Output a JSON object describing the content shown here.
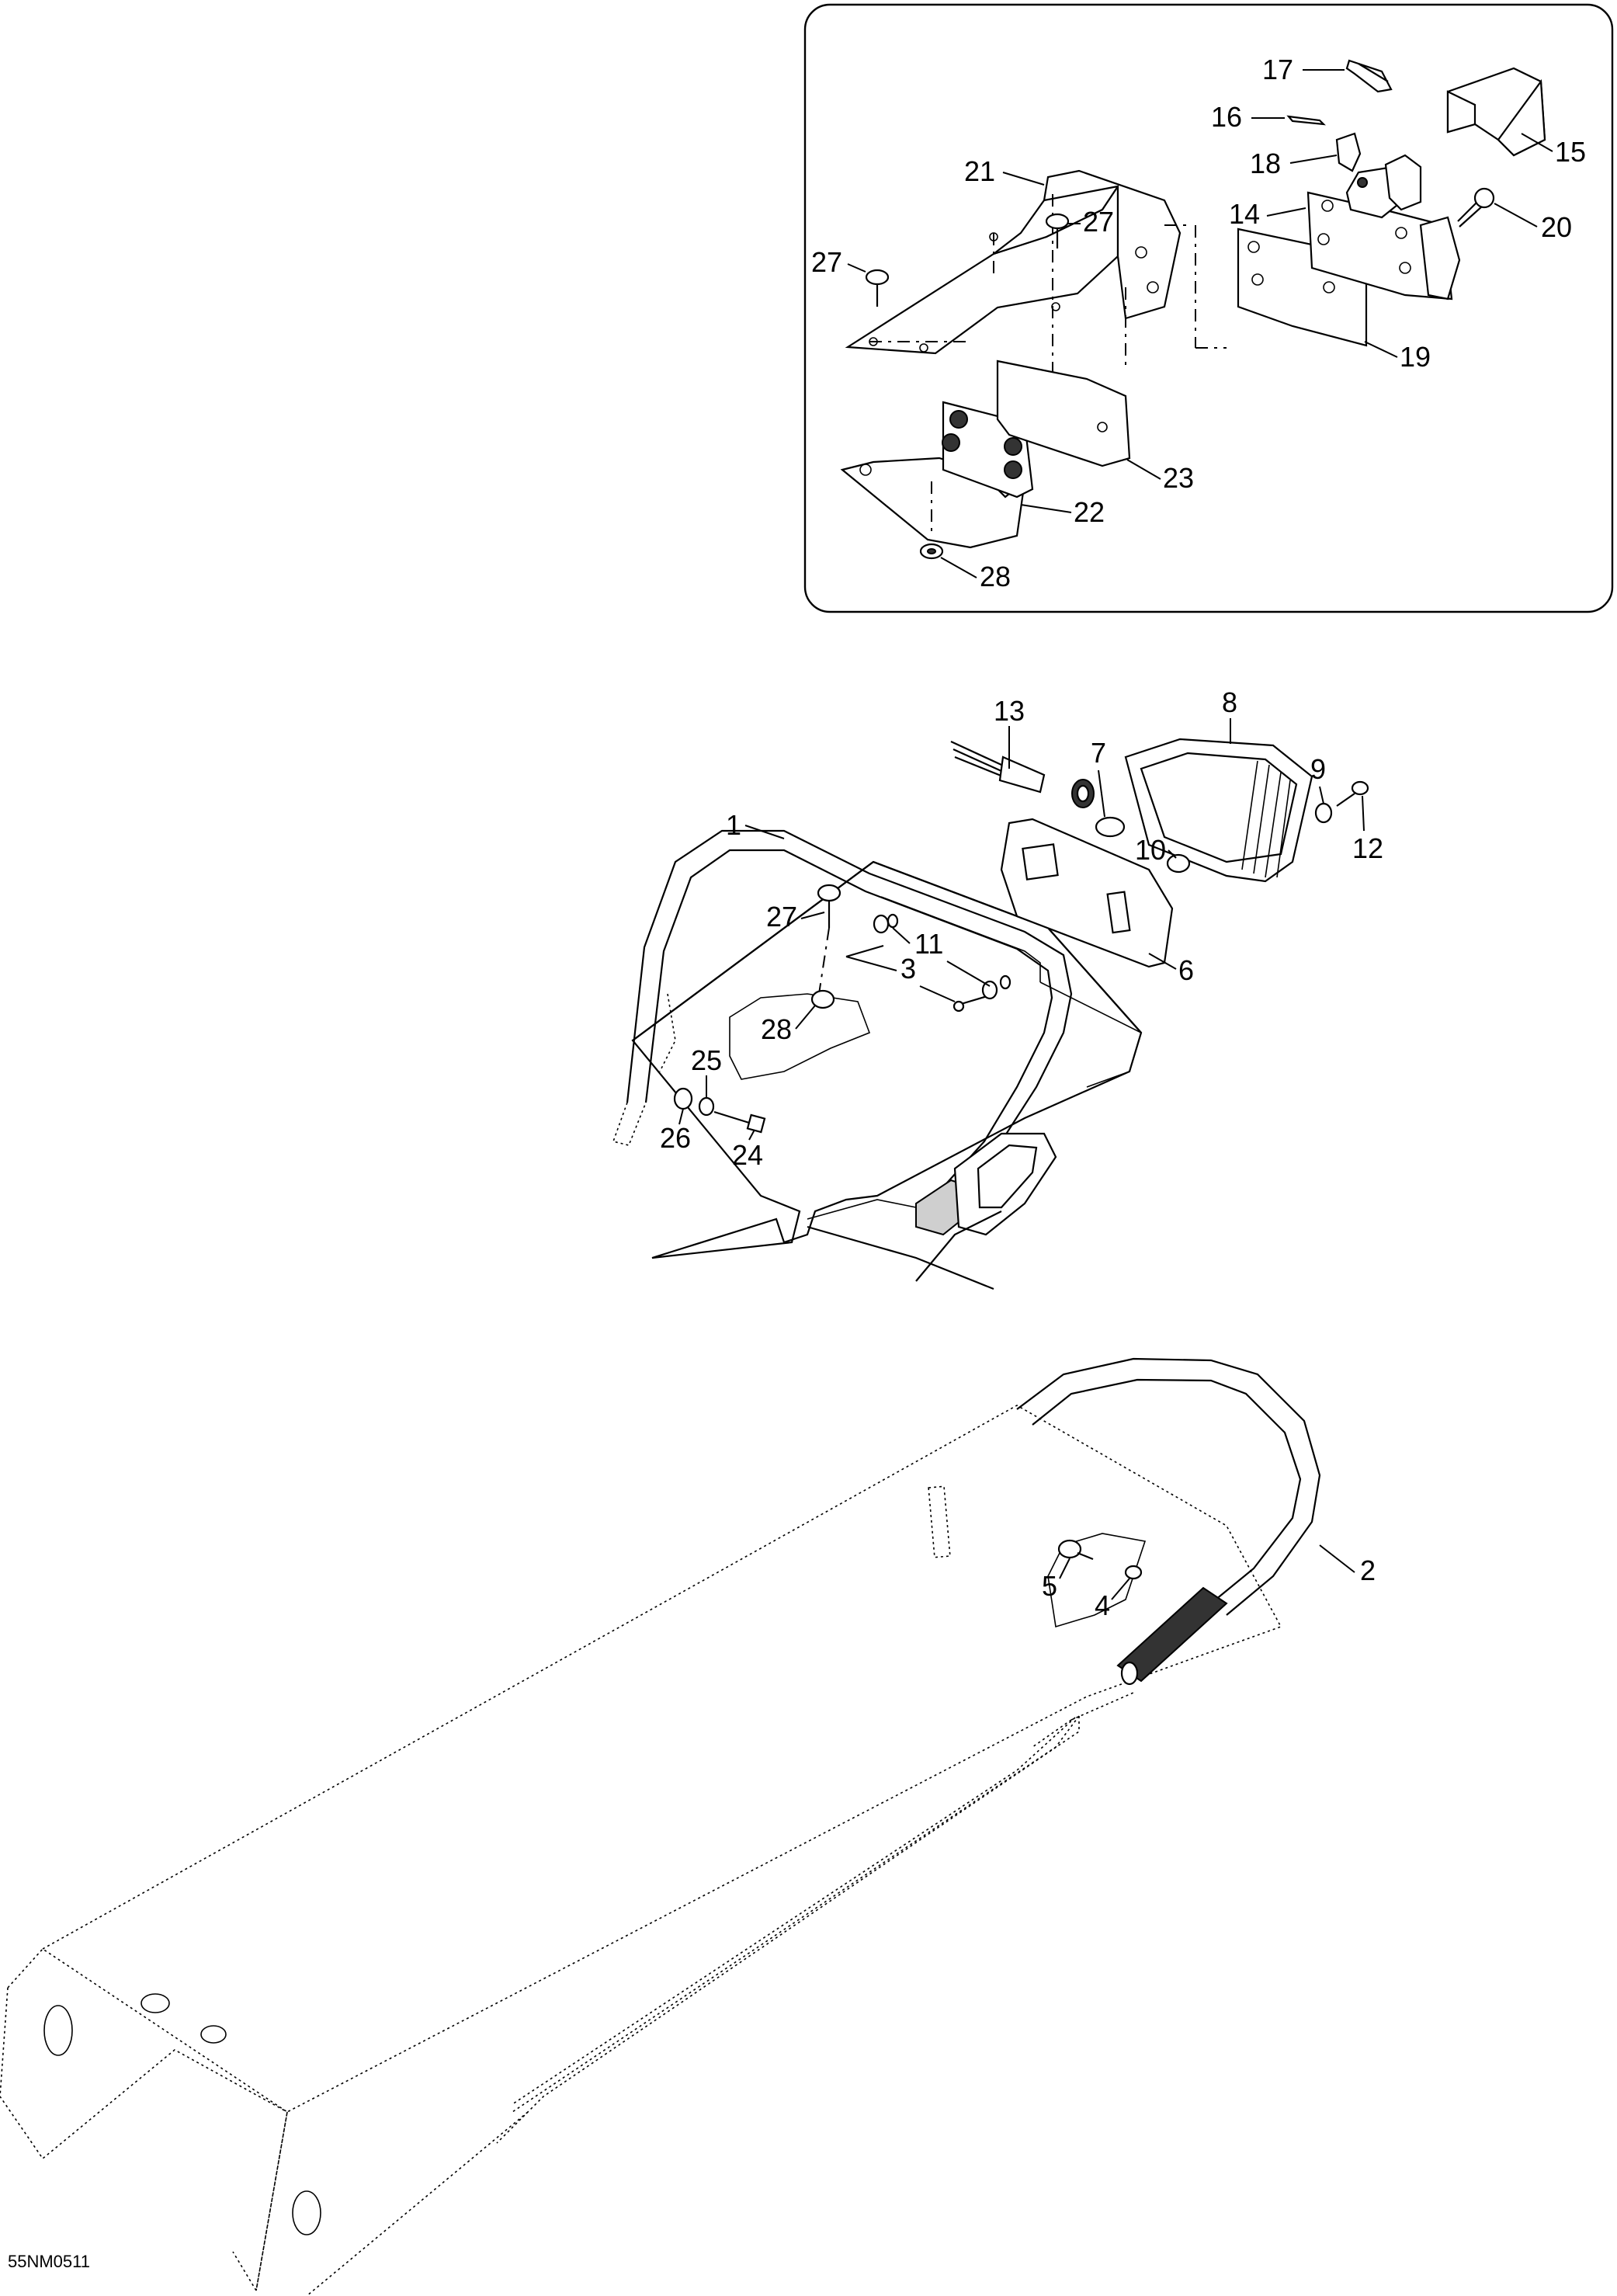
{
  "diagram": {
    "reference_code": "55NM0511",
    "callouts": {
      "c1": "1",
      "c2": "2",
      "c3": "3",
      "c4": "4",
      "c5": "5",
      "c6": "6",
      "c7": "7",
      "c8": "8",
      "c9": "9",
      "c10": "10",
      "c11": "11",
      "c12": "12",
      "c13": "13",
      "c14": "14",
      "c15": "15",
      "c16": "16",
      "c17": "17",
      "c18": "18",
      "c19": "19",
      "c20": "20",
      "c21": "21",
      "c22": "22",
      "c23": "23",
      "c24": "24",
      "c25": "25",
      "c26": "26",
      "c27a": "27",
      "c27b": "27",
      "c27c": "27",
      "c28a": "28",
      "c28b": "28"
    }
  }
}
